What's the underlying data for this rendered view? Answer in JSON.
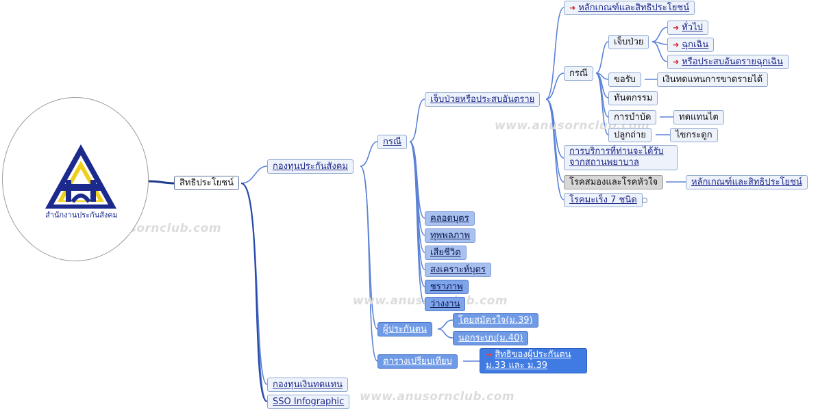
{
  "logo": {
    "caption": "สำนักงานประกันสังคม",
    "icon": "sso-triangle-logo"
  },
  "watermark": "www.anusornclub.com",
  "colors": {
    "branch": "#2e4fa6",
    "link": "#1f2a8a",
    "nodeBlue": "#6f9ae6",
    "arrow": "#d21c1c"
  },
  "nodes": {
    "root": "สิทธิประโยชน์",
    "fund_social": "กองทุนประกันสังคม",
    "fund_comp": "กองทุนเงินทดแทน",
    "infographic": "SSO Infographic",
    "cases": "กรณี",
    "insured": "ผู้ประกันตน",
    "compare": "ตารางเปรียบเทียบ",
    "sick": "เจ็บป่วยหรือประสบอันตราย",
    "childbirth": "คลอดบุตร",
    "disability": "ทุพพลภาพ",
    "death": "เสียชีวิต",
    "child_aid": "สงเคราะห์บุตร",
    "old_age": "ชราภาพ",
    "unemployed": "ว่างงาน",
    "voluntary": "โดยสมัครใจ(ม.39)",
    "outside": "นอกระบบ(ม.40)",
    "rights_insured": "สิทธิของผู้ประกันตน ม.33 และ ม.39",
    "criteria_top": "หลักเกณฑ์และสิทธิประโยชน์",
    "case_sub": "กรณี",
    "services": "การบริการที่ท่านจะได้รับ จากสถานพยาบาล",
    "brain_heart": "โรคสมองและโรคหัวใจ",
    "brain_criteria": "หลักเกณฑ์และสิทธิประโยชน์",
    "cancer": "โรคมะเร็ง 7 ชนิด",
    "sick_sub": "เจ็บป่วย",
    "general": "ทั่วไป",
    "emergency": "ฉุกเฉิน",
    "accident_emergency": "หรือประสบอันตรายฉุกเฉิน",
    "claim": "ขอรับ",
    "income_comp": "เงินทดแทนการขาดรายได้",
    "dental": "ทันตกรรม",
    "therapy": "การบำบัด",
    "kidney": "ทดแทนไต",
    "transplant": "ปลูกถ่าย",
    "bone_marrow": "ไขกระดูก"
  }
}
